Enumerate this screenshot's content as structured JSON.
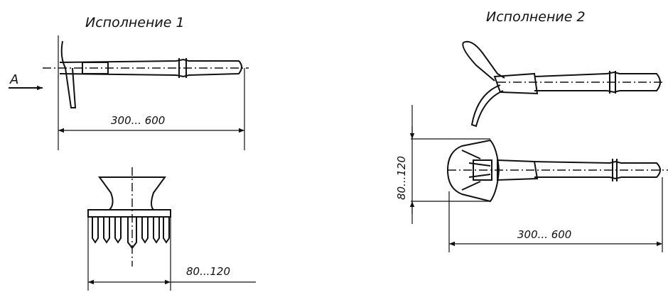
{
  "figure": {
    "variant1": {
      "title": "Исполнение 1",
      "view_arrow_label": "A",
      "length_dim": "300... 600",
      "width_dim": "80...120"
    },
    "variant2": {
      "title": "Исполнение 2",
      "width_dim": "80...120",
      "length_dim": "300... 600"
    }
  }
}
